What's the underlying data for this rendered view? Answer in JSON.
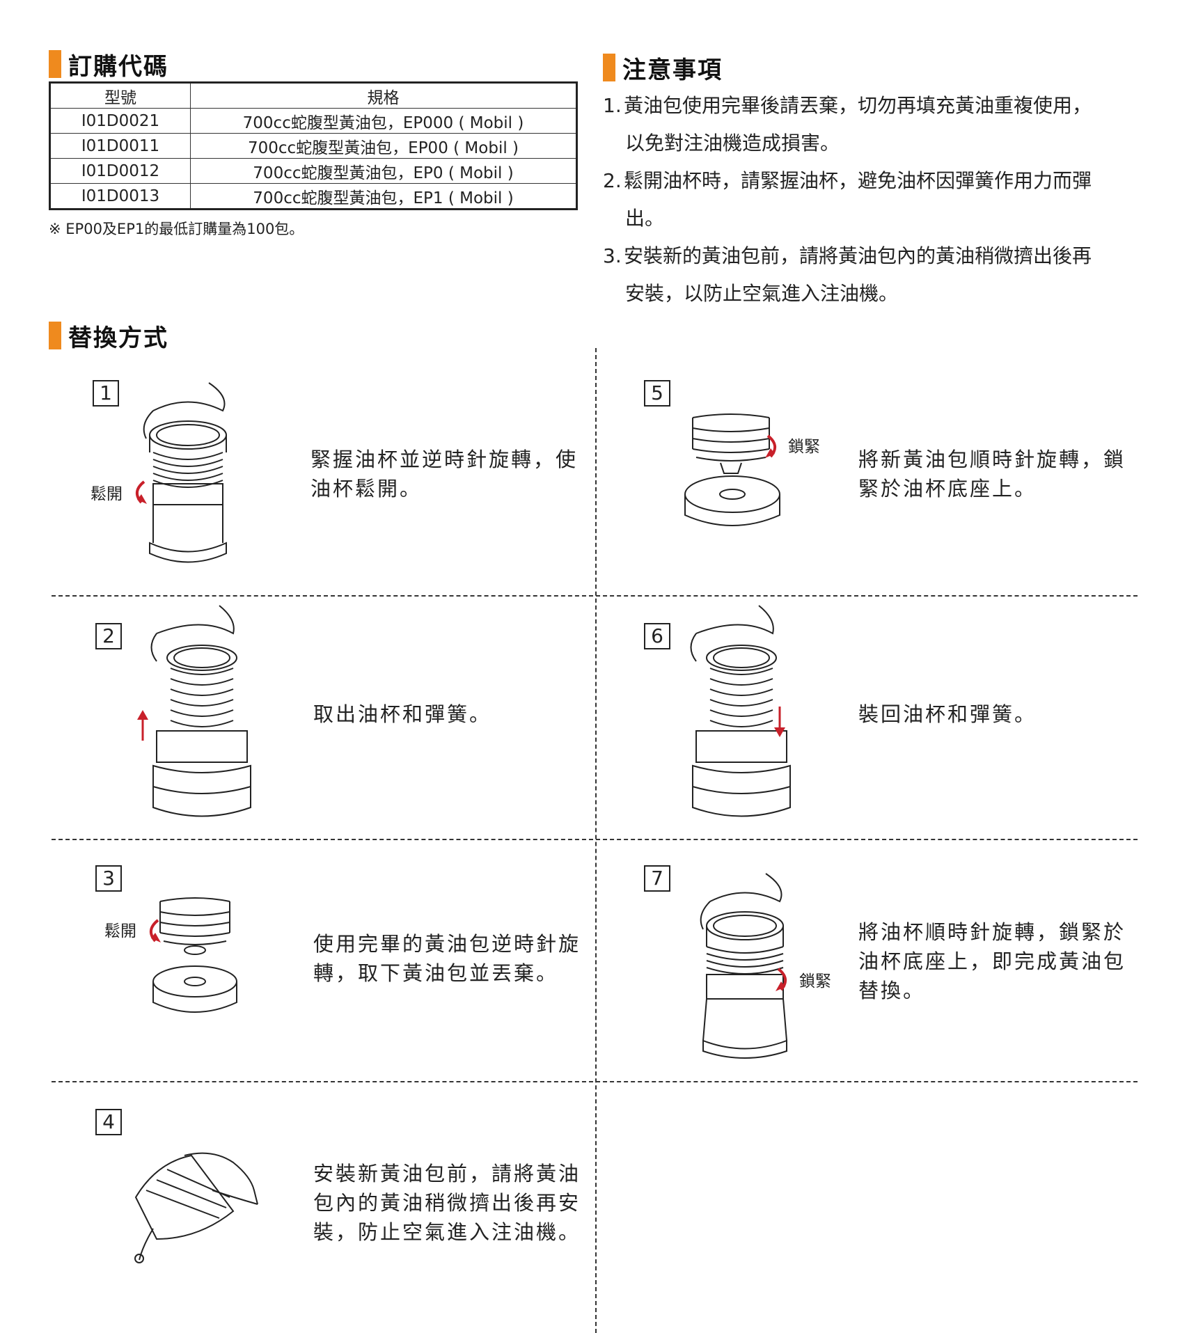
{
  "order_section": {
    "title": "訂購代碼",
    "table": {
      "headers": [
        "型號",
        "規格"
      ],
      "rows": [
        [
          "I01D0021",
          "700cc蛇腹型黃油包，EP000 ( Mobil )"
        ],
        [
          "I01D0011",
          "700cc蛇腹型黃油包，EP00 ( Mobil )"
        ],
        [
          "I01D0012",
          "700cc蛇腹型黃油包，EP0 ( Mobil )"
        ],
        [
          "I01D0013",
          "700cc蛇腹型黃油包，EP1 ( Mobil )"
        ]
      ]
    },
    "note": "※ EP00及EP1的最低訂購量為100包。"
  },
  "notes_section": {
    "title": "注意事項",
    "items": [
      {
        "num": "1.",
        "line1": "黃油包使用完畢後請丟棄，切勿再填充黃油重複使用，",
        "line2": "以免對注油機造成損害。"
      },
      {
        "num": "2.",
        "line1": "鬆開油杯時，請緊握油杯，避免油杯因彈簧作用力而彈",
        "line2": "出。"
      },
      {
        "num": "3.",
        "line1": "安裝新的黃油包前，請將黃油包內的黃油稍微擠出後再",
        "line2": "安裝，以防止空氣進入注油機。"
      }
    ]
  },
  "replace_section": {
    "title": "替換方式",
    "steps": [
      {
        "num": "1",
        "text": "緊握油杯並逆時針旋轉，使油杯鬆開。",
        "callout": "鬆開"
      },
      {
        "num": "2",
        "text": "取出油杯和彈簧。"
      },
      {
        "num": "3",
        "text": "使用完畢的黃油包逆時針旋轉，取下黃油包並丟棄。",
        "callout": "鬆開"
      },
      {
        "num": "4",
        "text": "安裝新黃油包前，請將黃油包內的黃油稍微擠出後再安裝，防止空氣進入注油機。"
      },
      {
        "num": "5",
        "text": "將新黃油包順時針旋轉，鎖緊於油杯底座上。",
        "callout": "鎖緊"
      },
      {
        "num": "6",
        "text": "裝回油杯和彈簧。"
      },
      {
        "num": "7",
        "text": "將油杯順時針旋轉，鎖緊於油杯底座上，即完成黃油包替換。",
        "callout": "鎖緊"
      }
    ]
  },
  "colors": {
    "accent": "#ef8a1e",
    "arrow": "#c8202a"
  }
}
